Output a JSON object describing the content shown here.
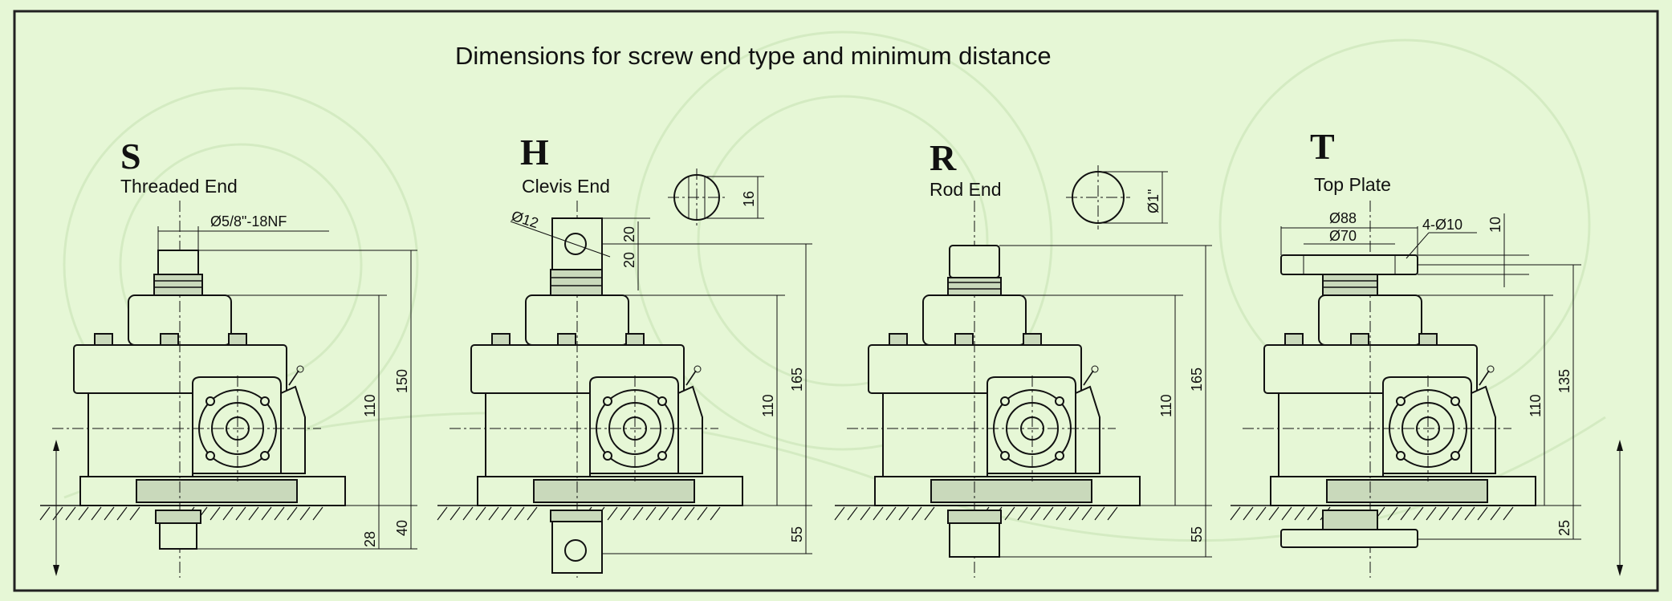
{
  "title": "Dimensions for screw end type and minimum distance",
  "variants": [
    {
      "code": "S",
      "name": "Threaded End",
      "labels": {
        "thread": "Ø5/8\"-18NF",
        "h110": "110",
        "h150": "150",
        "d40": "40",
        "d28": "28"
      }
    },
    {
      "code": "H",
      "name": "Clevis End",
      "labels": {
        "dia": "Ø12",
        "w16": "16",
        "a20": "20",
        "b20": "20",
        "h110": "110",
        "h165": "165",
        "d55": "55"
      }
    },
    {
      "code": "R",
      "name": "Rod End",
      "labels": {
        "rod": "Ø1\"",
        "h110": "110",
        "h165": "165",
        "d55": "55"
      }
    },
    {
      "code": "T",
      "name": "Top Plate",
      "labels": {
        "d88": "Ø88",
        "d70": "Ø70",
        "holes": "4-Ø10",
        "t10": "10",
        "h110": "110",
        "h135": "135",
        "d25": "25"
      }
    }
  ],
  "colors": {
    "background": "#e6f7d6",
    "border": "#222222",
    "ink": "#111111"
  }
}
